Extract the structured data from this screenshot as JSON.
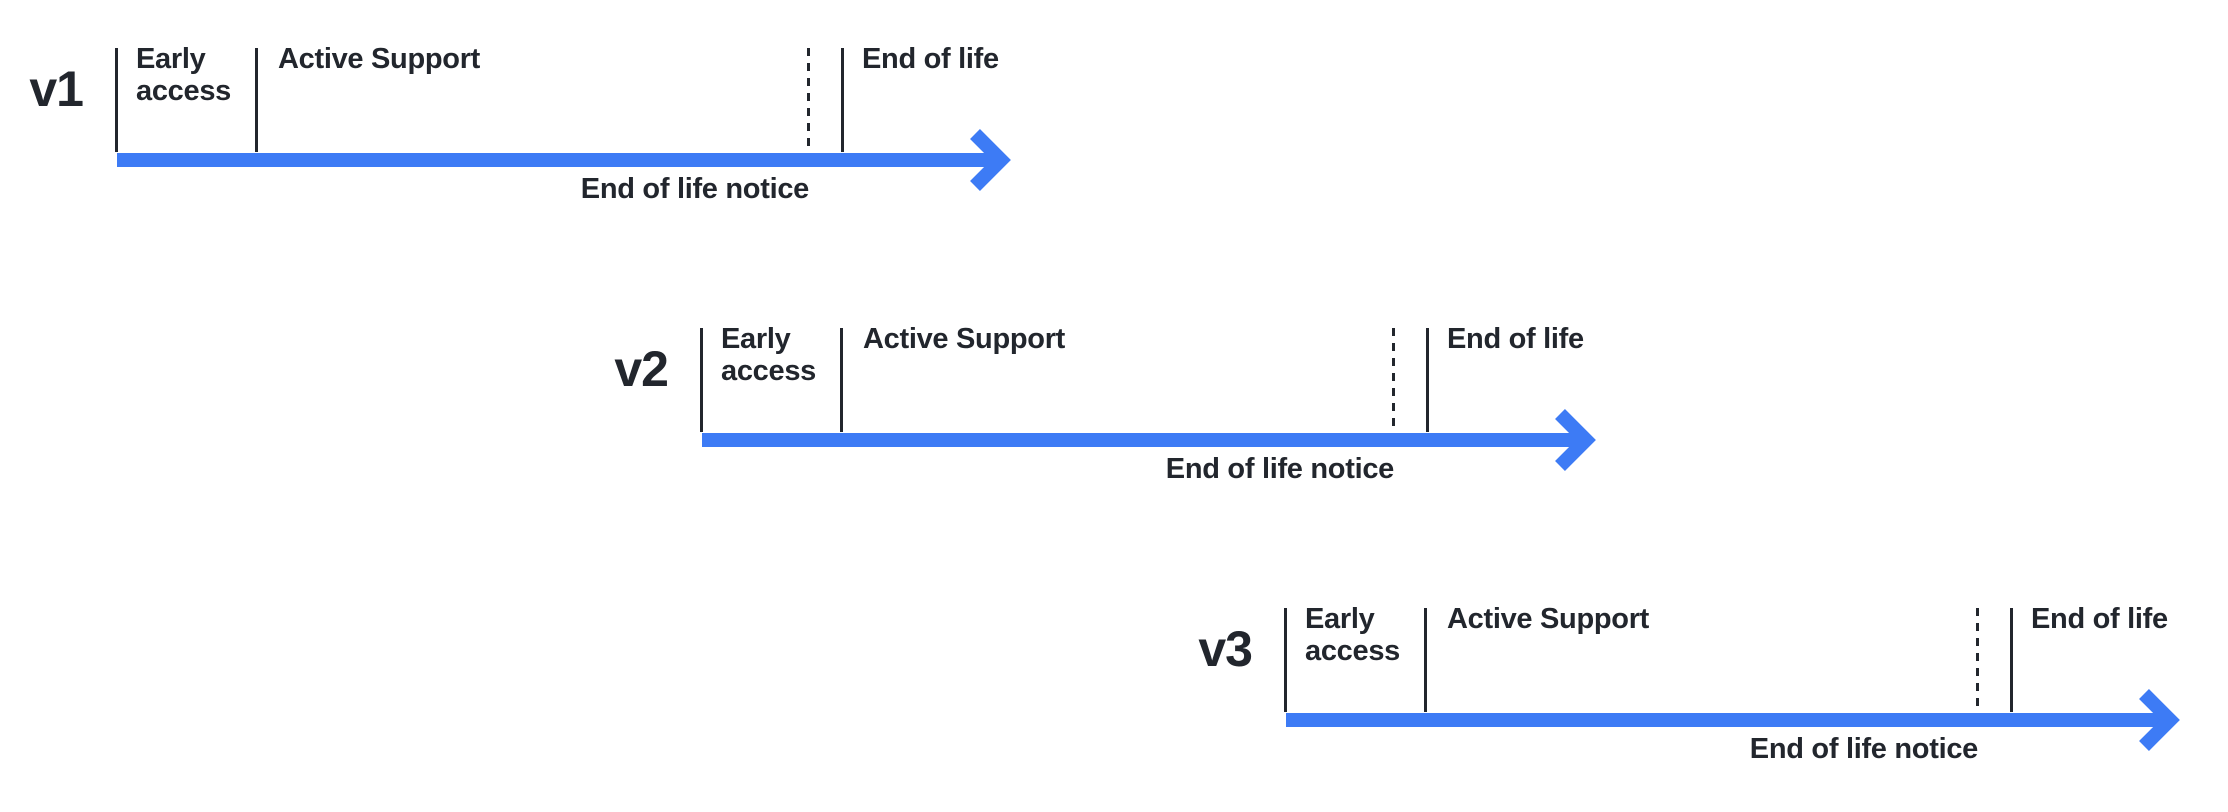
{
  "colors": {
    "accent": "#3D7BF5",
    "ink": "#22262D",
    "background": "#FFFFFF"
  },
  "timelines": [
    {
      "version": "v1",
      "early_access": "Early access",
      "active_support": "Active Support",
      "end_of_life": "End of life",
      "end_of_life_notice": "End of life notice"
    },
    {
      "version": "v2",
      "early_access": "Early access",
      "active_support": "Active Support",
      "end_of_life": "End of life",
      "end_of_life_notice": "End of life notice"
    },
    {
      "version": "v3",
      "early_access": "Early access",
      "active_support": "Active Support",
      "end_of_life": "End of life",
      "end_of_life_notice": "End of life notice"
    }
  ]
}
